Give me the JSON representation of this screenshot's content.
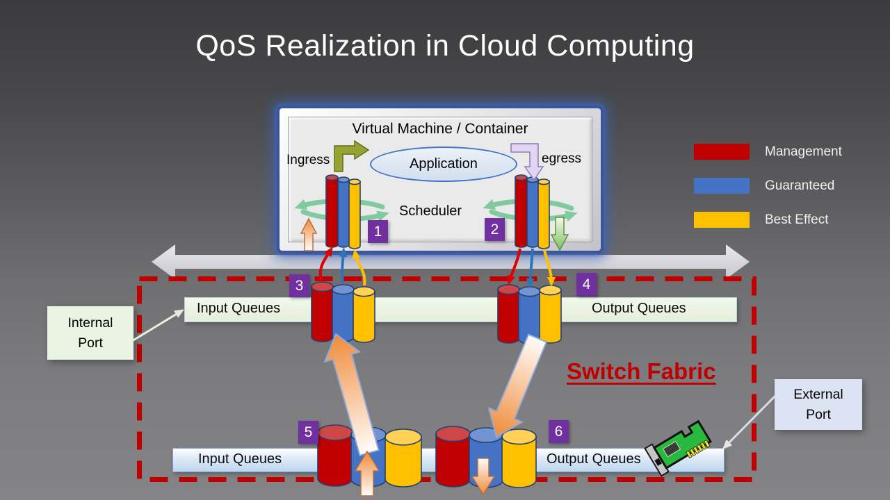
{
  "slide": {
    "title": "QoS Realization in Cloud Computing"
  },
  "vm_box": {
    "title": "Virtual Machine / Container",
    "ingress_label": "Ingress",
    "egress_label": "egress",
    "application_label": "Application",
    "scheduler_label": "Scheduler",
    "badge_1": "1",
    "badge_2": "2"
  },
  "legend": {
    "items": [
      {
        "label": "Management",
        "color": "#C00000"
      },
      {
        "label": "Guaranteed",
        "color": "#4472C4"
      },
      {
        "label": "Best Effect",
        "color": "#FFC000"
      }
    ]
  },
  "switch_fabric": {
    "label": "Switch Fabric",
    "top_input_queues_label": "Input Queues",
    "top_output_queues_label": "Output Queues",
    "bottom_input_queues_label": "Input Queues",
    "bottom_output_queues_label": "Output Queues",
    "badge_3": "3",
    "badge_4": "4",
    "badge_5": "5",
    "badge_6": "6"
  },
  "ports": {
    "internal_label": "Internal Port",
    "external_label": "External Port"
  }
}
